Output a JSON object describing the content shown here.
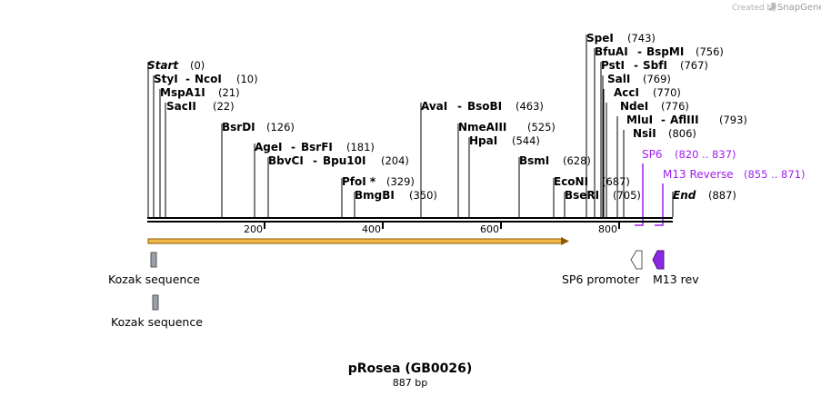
{
  "credit": {
    "prefix": "Created by",
    "brand": "SnapGene"
  },
  "title": "pRosea (GB0026)",
  "subtitle": "887 bp",
  "ruler_ticks": [
    "200",
    "400",
    "600",
    "800"
  ],
  "sites": [
    {
      "name": "Start",
      "dash": "",
      "name2": "",
      "pos": "(0)",
      "italic": true
    },
    {
      "name": "StyI",
      "dash": "-",
      "name2": "NcoI",
      "pos": "(10)"
    },
    {
      "name": "MspA1I",
      "dash": "",
      "name2": "",
      "pos": "(21)"
    },
    {
      "name": "SacII",
      "dash": "",
      "name2": "",
      "pos": "(22)"
    },
    {
      "name": "BsrDI",
      "dash": "",
      "name2": "",
      "pos": "(126)"
    },
    {
      "name": "AgeI",
      "dash": "-",
      "name2": "BsrFI",
      "pos": "(181)"
    },
    {
      "name": "BbvCI",
      "dash": "-",
      "name2": "Bpu10I",
      "pos": "(204)"
    },
    {
      "name": "PfoI *",
      "dash": "",
      "name2": "",
      "pos": "(329)"
    },
    {
      "name": "BmgBI",
      "dash": "",
      "name2": "",
      "pos": "(350)"
    },
    {
      "name": "AvaI",
      "dash": "-",
      "name2": "BsoBI",
      "pos": "(463)"
    },
    {
      "name": "NmeAIII",
      "dash": "",
      "name2": "",
      "pos": "(525)"
    },
    {
      "name": "HpaI",
      "dash": "",
      "name2": "",
      "pos": "(544)"
    },
    {
      "name": "BsmI",
      "dash": "",
      "name2": "",
      "pos": "(628)"
    },
    {
      "name": "EcoNI",
      "dash": "",
      "name2": "",
      "pos": "(687)"
    },
    {
      "name": "BseRI",
      "dash": "",
      "name2": "",
      "pos": "(705)"
    },
    {
      "name": "SpeI",
      "dash": "",
      "name2": "",
      "pos": "(743)"
    },
    {
      "name": "BfuAI",
      "dash": "-",
      "name2": "BspMI",
      "pos": "(756)"
    },
    {
      "name": "PstI",
      "dash": "-",
      "name2": "SbfI",
      "pos": "(767)"
    },
    {
      "name": "SalI",
      "dash": "",
      "name2": "",
      "pos": "(769)"
    },
    {
      "name": "AccI",
      "dash": "",
      "name2": "",
      "pos": "(770)"
    },
    {
      "name": "NdeI",
      "dash": "",
      "name2": "",
      "pos": "(776)"
    },
    {
      "name": "MluI",
      "dash": "-",
      "name2": "AflIII",
      "pos": "(793)"
    },
    {
      "name": "NsiI",
      "dash": "",
      "name2": "",
      "pos": "(806)"
    },
    {
      "name": "End",
      "dash": "",
      "name2": "",
      "pos": "(887)",
      "italic": true
    }
  ],
  "primers": [
    {
      "name": "SP6",
      "range": "(820 .. 837)"
    },
    {
      "name": "M13 Reverse",
      "range": "(855 .. 871)"
    }
  ],
  "features": [
    {
      "name": "Kozak sequence"
    },
    {
      "name": "Kozak sequence"
    },
    {
      "name": "SP6 promoter"
    },
    {
      "name": "M13 rev"
    }
  ],
  "colors": {
    "backbone": "#000000",
    "insert": "#f2b84a",
    "insert_border": "#8a5a00",
    "kozak": "#9aa0aa",
    "sp6_promoter": "#ffffff",
    "m13_rev": "#8a2be2",
    "primer": "#a020f0"
  }
}
